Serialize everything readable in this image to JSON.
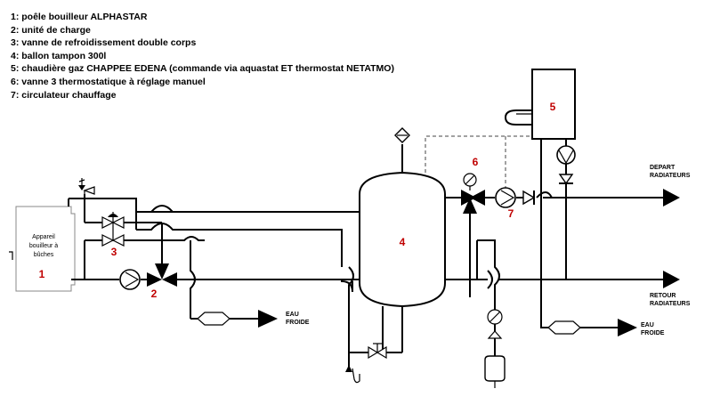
{
  "legend": [
    "1: poêle bouilleur ALPHASTAR",
    "2: unité de charge",
    "3: vanne de refroidissement double corps",
    "4: ballon tampon 300l",
    "5: chaudière gaz CHAPPEE EDENA (commande via aquastat ET thermostat NETATMO)",
    "6: vanne 3 thermostatique à réglage manuel",
    "7: circulateur chauffage"
  ],
  "numbers": {
    "n1": "1",
    "n2": "2",
    "n3": "3",
    "n4": "4",
    "n5": "5",
    "n6": "6",
    "n7": "7"
  },
  "boiler_label": {
    "line1": "Appareil",
    "line2": "bouilleur à",
    "line3": "bûches"
  },
  "labels": {
    "depart_1": "DEPART",
    "depart_2": "RADIATEURS",
    "retour_1": "RETOUR",
    "retour_2": "RADIATEURS",
    "eau_1": "EAU",
    "froide_1": "FROIDE",
    "eau_2": "EAU",
    "froide_2": "FROIDE"
  },
  "colors": {
    "number_red": "#c00000",
    "lines": "#000000"
  }
}
